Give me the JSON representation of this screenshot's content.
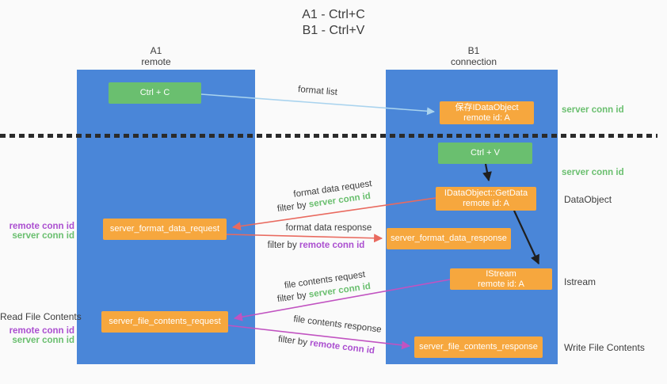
{
  "title": {
    "line1": "A1 - Ctrl+C",
    "line2": "B1 - Ctrl+V"
  },
  "lifelines": {
    "a1": {
      "name": "A1",
      "role": "remote"
    },
    "b1": {
      "name": "B1",
      "role": "connection"
    }
  },
  "nodes": {
    "ctrl_c": {
      "label": "Ctrl + C"
    },
    "ctrl_v": {
      "label": "Ctrl + V"
    },
    "save_dataobject": {
      "line1": "保存IDataObject",
      "line2": "remote id: A"
    },
    "getdata": {
      "line1": "IDataObject::GetData",
      "line2": "remote id: A"
    },
    "istream": {
      "line1": "IStream",
      "line2": "remote id: A"
    },
    "server_format_data_request": {
      "label": "server_format_data_request"
    },
    "server_format_data_response": {
      "label": "server_format_data_response"
    },
    "server_file_contents_request": {
      "label": "server_file_contents_request"
    },
    "server_file_contents_response": {
      "label": "server_file_contents_response"
    }
  },
  "right_labels": {
    "server_conn_id_top": "server conn id",
    "server_conn_id_mid": "server conn id",
    "dataobject": "DataObject",
    "istream": "Istream",
    "write_file_contents": "Write File Contents"
  },
  "left_labels": {
    "format_remote": "remote conn id",
    "format_server": "server conn id",
    "read_file_contents": "Read File Contents",
    "file_remote": "remote conn id",
    "file_server": "server conn id"
  },
  "arrows": {
    "format_list": {
      "label": "format list"
    },
    "format_data_request": {
      "label": "format data request",
      "filter_prefix": "filter by ",
      "filter_key": "server conn id"
    },
    "format_data_response": {
      "label": "format data response",
      "filter_prefix": "filter by ",
      "filter_key": "remote conn id"
    },
    "file_contents_request": {
      "label": "file contents request",
      "filter_prefix": "filter by ",
      "filter_key": "server conn id"
    },
    "file_contents_response": {
      "label": "file contents response",
      "filter_prefix": "filter by ",
      "filter_key": "remote conn id"
    }
  },
  "colors": {
    "background": "#fafafa",
    "lifeline_blue": "#4a86d8",
    "node_green": "#6abf6f",
    "node_orange": "#f6a73e",
    "arrow_red": "#e96a5f",
    "arrow_magenta": "#c153c1",
    "arrow_lightblue": "#a9d3ee",
    "arrow_black": "#1f1f1f",
    "text_dark": "#3d3d3d",
    "text_green": "#6abf6f",
    "text_purple": "#ab4fd0"
  }
}
